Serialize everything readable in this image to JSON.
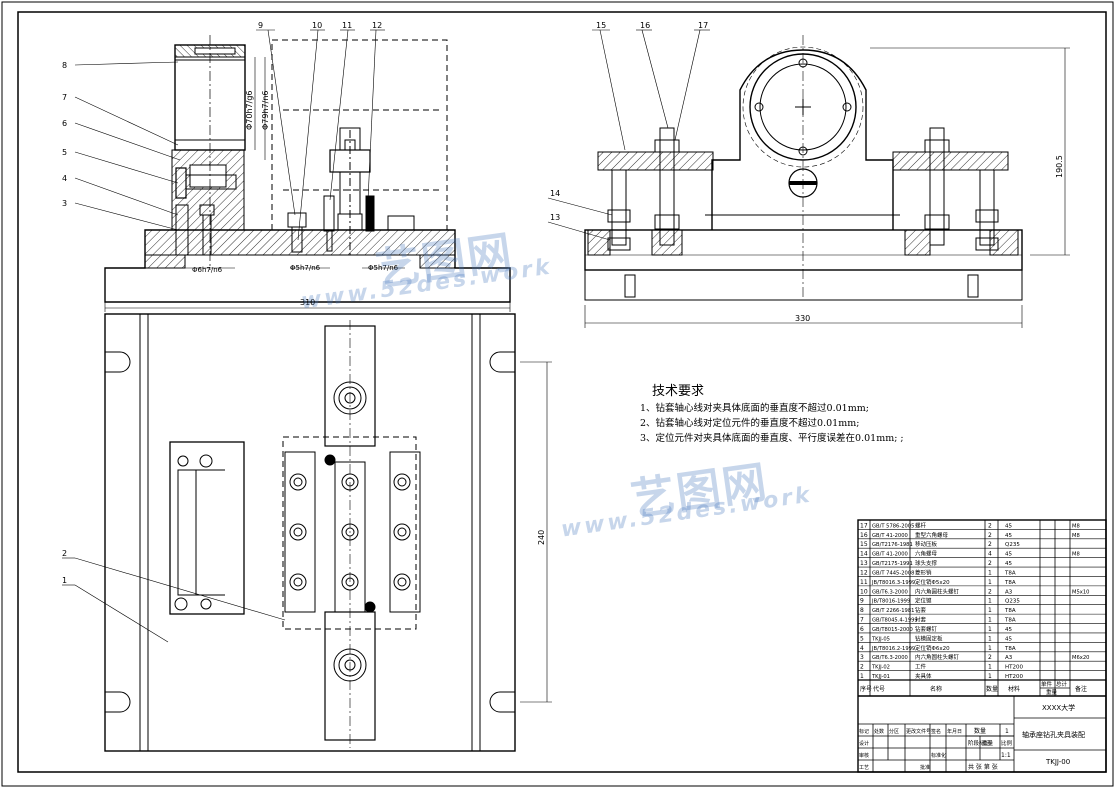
{
  "callouts": [
    "1",
    "2",
    "3",
    "4",
    "5",
    "6",
    "7",
    "8",
    "9",
    "10",
    "11",
    "12",
    "13",
    "14",
    "15",
    "16",
    "17"
  ],
  "dimensions": {
    "d1": "Φ70h7/g6",
    "d2": "Φ79h7/n6",
    "d3": "Φ6h7/n6",
    "d4": "Φ5h7/n6",
    "d5": "Φ5h7/n6",
    "len_front": "310",
    "len_side": "330",
    "height_side": "190.5",
    "len_plan": "240"
  },
  "technical_requirements": {
    "title": "技术要求",
    "items": [
      "1、钻套轴心线对夹具体底面的垂直度不超过0.01mm;",
      "2、钻套轴心线对定位元件的垂直度不超过0.01mm;",
      "3、定位元件对夹具体底面的垂直度、平行度误差在0.01mm; ;"
    ]
  },
  "watermark": {
    "logo": "艺图网",
    "url": "www.52des.work"
  },
  "bom": {
    "rows": [
      {
        "no": "17",
        "code": "GB/T 5786-2005",
        "name": "螺杆",
        "qty": "2",
        "material": "45",
        "note": "M8"
      },
      {
        "no": "16",
        "code": "GB/T 41-2000",
        "name": "重型六角螺母",
        "qty": "2",
        "material": "45",
        "note": "M8"
      },
      {
        "no": "15",
        "code": "GB/T2176-1981",
        "name": "移动压板",
        "qty": "2",
        "material": "Q235",
        "note": ""
      },
      {
        "no": "14",
        "code": "GB/T 41-2000",
        "name": "六角螺母",
        "qty": "4",
        "material": "45",
        "note": "M8"
      },
      {
        "no": "13",
        "code": "GB/T2175-1991",
        "name": "球头支撑",
        "qty": "2",
        "material": "45",
        "note": ""
      },
      {
        "no": "12",
        "code": "GB/T 7445-2008",
        "name": "菱形销",
        "qty": "1",
        "material": "T8A",
        "note": ""
      },
      {
        "no": "11",
        "code": "JB/T8016.3-1999",
        "name": "定位销Φ5x20",
        "qty": "1",
        "material": "T8A",
        "note": ""
      },
      {
        "no": "10",
        "code": "GB/T6.3-2000",
        "name": "内六角圆柱头螺钉",
        "qty": "2",
        "material": "A3",
        "note": "M5x10"
      },
      {
        "no": "9",
        "code": "JB/T8016-1999",
        "name": "定位键",
        "qty": "1",
        "material": "Q235",
        "note": ""
      },
      {
        "no": "8",
        "code": "GB/T 2266-1981",
        "name": "钻套",
        "qty": "1",
        "material": "T8A",
        "note": ""
      },
      {
        "no": "7",
        "code": "GB/T8045.4-1999",
        "name": "衬套",
        "qty": "1",
        "material": "T8A",
        "note": ""
      },
      {
        "no": "6",
        "code": "GB/T8015-2000",
        "name": "钻套螺钉",
        "qty": "1",
        "material": "45",
        "note": ""
      },
      {
        "no": "5",
        "code": "TKJJ-05",
        "name": "钻模固定板",
        "qty": "1",
        "material": "45",
        "note": ""
      },
      {
        "no": "4",
        "code": "JB/T8016.2-1999",
        "name": "定位销Φ6x20",
        "qty": "1",
        "material": "T8A",
        "note": ""
      },
      {
        "no": "3",
        "code": "GB/T6.3-2000",
        "name": "内六角圆柱头螺钉",
        "qty": "2",
        "material": "A3",
        "note": "M6x20"
      },
      {
        "no": "2",
        "code": "TKJJ-02",
        "name": "工件",
        "qty": "1",
        "material": "HT200",
        "note": ""
      },
      {
        "no": "1",
        "code": "TKJJ-01",
        "name": "夹具体",
        "qty": "1",
        "material": "HT200",
        "note": ""
      }
    ],
    "header": {
      "no": "序号",
      "code": "代号",
      "name": "名称",
      "qty": "数量",
      "material": "材料",
      "unit_weight": "单件",
      "total_weight": "总计",
      "weight": "重量",
      "note": "备注"
    }
  },
  "title_block": {
    "school": "XXXX大学",
    "drawing_title": "轴承座钻孔夹具装配",
    "drawing_no": "TKJJ-00",
    "qty_label": "数量",
    "qty_value": "1",
    "stage_label": "阶段标记",
    "weight_label": "重量",
    "scale_label": "比例",
    "scale_value": "1:1",
    "sheet_label": "共 张 第 张",
    "rows": [
      "标记",
      "设计",
      "审核",
      "工艺",
      "批准",
      "处数",
      "分区",
      "更改文件号",
      "签名",
      "年月日",
      "标准化"
    ]
  }
}
